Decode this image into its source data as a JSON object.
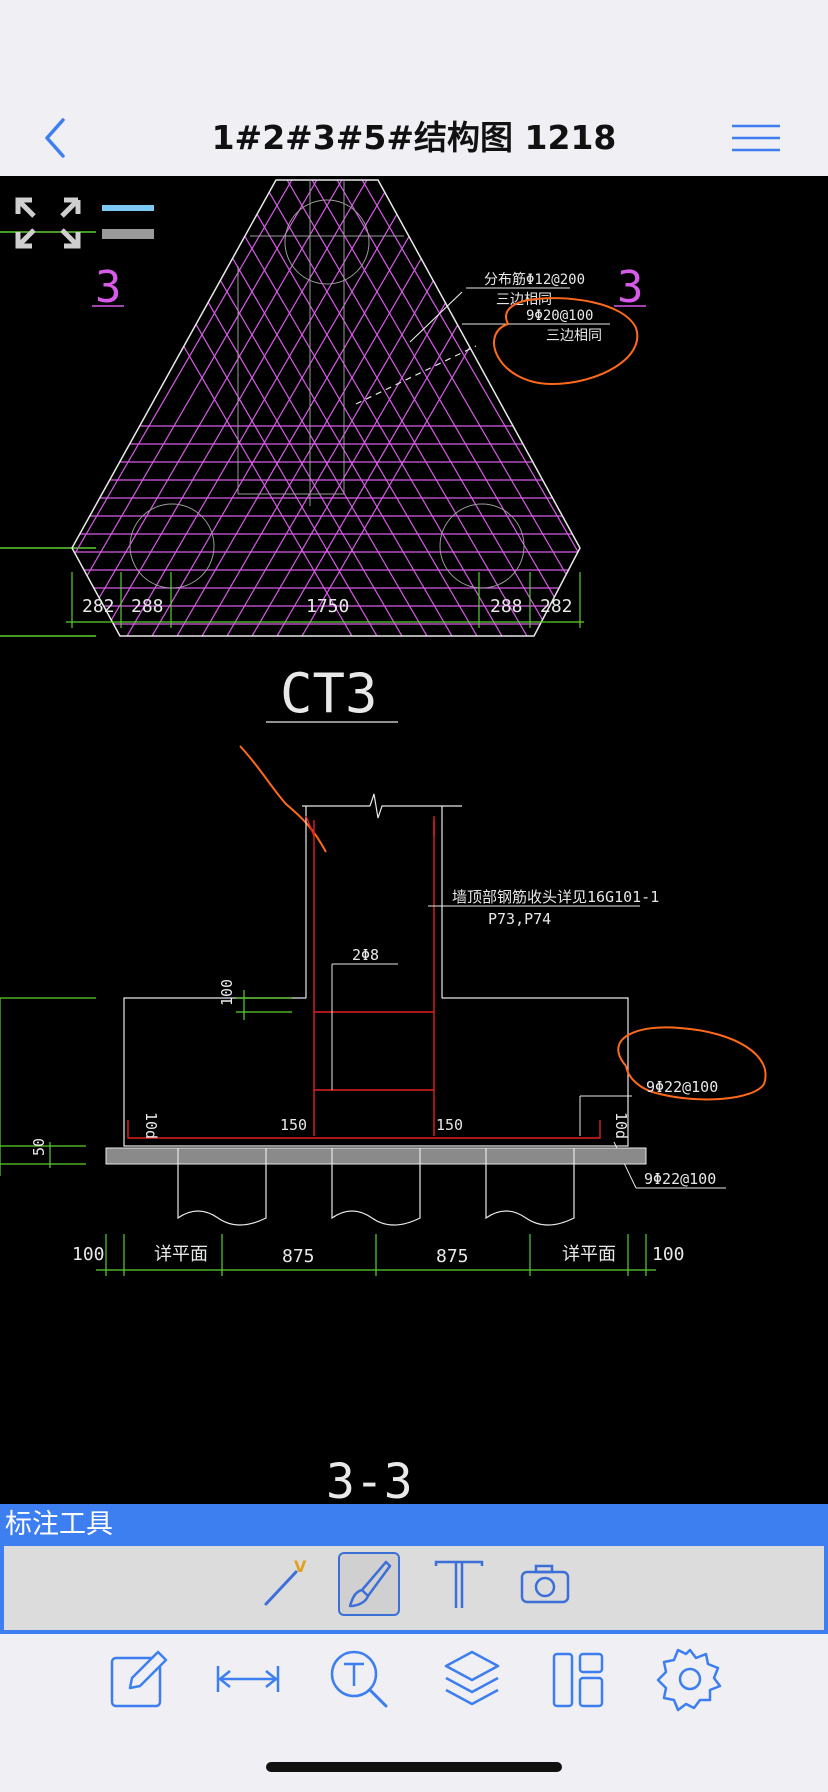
{
  "header": {
    "title": "1#2#3#5#结构图 1218",
    "back_icon": "chevron-left-icon",
    "menu_icon": "hamburger-menu-icon"
  },
  "colors": {
    "accent": "#3d7ef0",
    "canvas_bg": "#000000",
    "rebar": "#e05ff0",
    "dimension": "#5bd030",
    "annotation": "#ff6a1a",
    "section_red": "#e02020"
  },
  "drawing": {
    "plan_labels": {
      "section_mark_left": "3",
      "section_mark_right": "3",
      "dist_bar_line1": "分布筋Φ12@200",
      "dist_bar_line2": "三边相同",
      "main_bar_line1": "9Φ20@100",
      "main_bar_line2": "三边相同"
    },
    "plan_dimensions": [
      "282",
      "288",
      "1750",
      "288",
      "282"
    ],
    "plan_title": "CT3",
    "section_labels": {
      "wall_note_line1": "墙顶部钢筋收头详见16G101-1",
      "wall_note_line2": "P73,P74",
      "stirrup": "2Φ8",
      "dim_100": "100",
      "dim_50": "50",
      "dim_150_left": "150",
      "dim_150_right": "150",
      "lap_left": "10d",
      "lap_right": "10d",
      "top_bar": "9Φ22@100",
      "bottom_bar": "9Φ22@100"
    },
    "section_dimensions": [
      "100",
      "详平面",
      "875",
      "875",
      "详平面",
      "100"
    ],
    "section_title": "3-3"
  },
  "annotation_panel": {
    "title": "标注工具",
    "tools": [
      {
        "name": "pen-line-tool-icon",
        "badge": "V"
      },
      {
        "name": "brush-tool-icon"
      },
      {
        "name": "text-tool-icon"
      },
      {
        "name": "camera-icon"
      }
    ]
  },
  "bottom_toolbar": {
    "tools": [
      "edit-icon",
      "measure-icon",
      "text-search-icon",
      "layers-icon",
      "layout-icon",
      "settings-icon"
    ]
  }
}
